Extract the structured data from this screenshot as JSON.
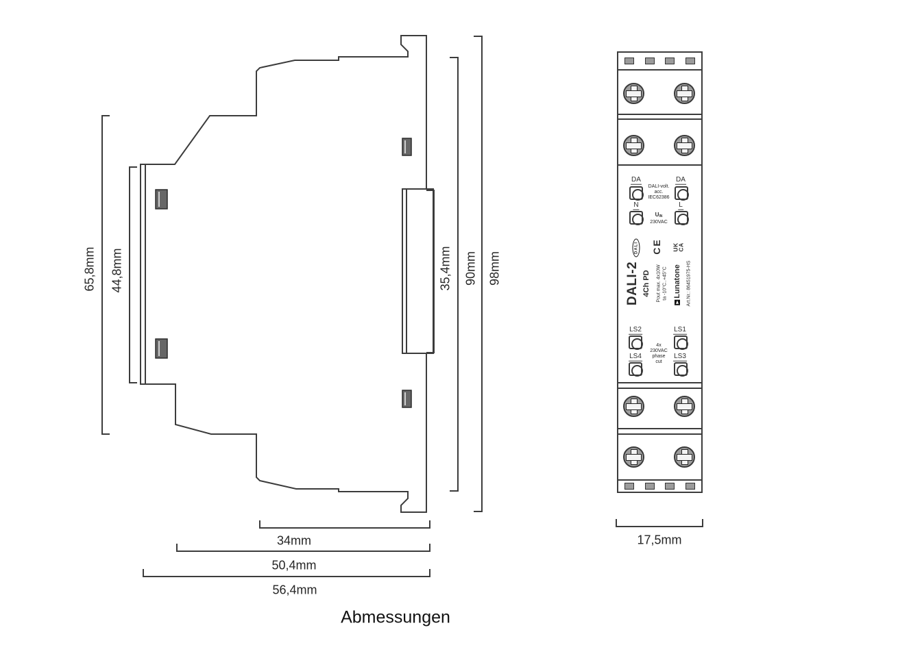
{
  "caption": "Abmessungen",
  "line_color": "#3c3c3c",
  "side_view": {
    "dim_back_height": "65,8mm",
    "dim_din_height": "44,8mm",
    "dim_front_height": "35,4mm",
    "dim_body_height": "90mm",
    "dim_total_height": "98mm",
    "dim_front_depth": "34mm",
    "dim_body_depth": "50,4mm",
    "dim_total_depth": "56,4mm"
  },
  "front_view": {
    "dim_width": "17,5mm",
    "terminal_da_left": "DA",
    "terminal_da_right": "DA",
    "dali_note_l1": "DALI-volt.",
    "dali_note_l2": "acc.",
    "dali_note_l3": "IEC62386",
    "terminal_n": "N",
    "terminal_l": "L",
    "uin_u": "U",
    "uin_sub": "IN",
    "uin_value": "230VAC",
    "dali_logo_text": "DALI",
    "ce_mark": "CE",
    "uk_mark": "UK",
    "ca_mark": "CA",
    "product_name": "DALI-2",
    "product_variant": "4Ch PD",
    "spec_power": "Pout max. 4x10W",
    "spec_temp": "ta -10°C..+45°C",
    "brand": "Lunatone",
    "art_nr": "Art.Nr.: 86451975-HS",
    "terminal_ls2": "LS2",
    "terminal_ls1": "LS1",
    "terminal_ls4": "LS4",
    "terminal_ls3": "LS3",
    "phase_l1": "4x",
    "phase_l2": "230VAC",
    "phase_l3": "phase",
    "phase_l4": "cut"
  }
}
